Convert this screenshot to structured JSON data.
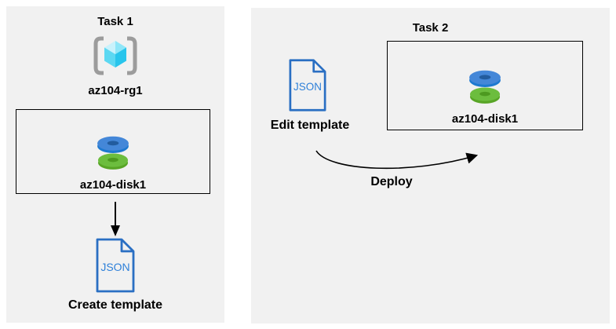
{
  "task1": {
    "title": "Task 1",
    "resource_group_label": "az104-rg1",
    "disk_label": "az104-disk1",
    "json_file_text": "JSON",
    "caption": "Create template"
  },
  "task2": {
    "title": "Task 2",
    "json_file_text": "JSON",
    "edit_label": "Edit template",
    "disk_label": "az104-disk1",
    "deploy_label": "Deploy"
  },
  "colors": {
    "page_background": "#ffffff",
    "panel_background": "#f1f1f1",
    "box_border": "#000000",
    "arrow": "#000000",
    "text": "#000000",
    "json_icon_outline": "#2a6fc3",
    "json_icon_text": "#2e80d9",
    "disk_blue_top": "#4487d8",
    "disk_blue_rim": "#1d79d0",
    "disk_blue_hole": "#225c9e",
    "disk_green_top": "#6cbd3e",
    "disk_green_rim": "#58a526",
    "disk_green_hole": "#4d9a20",
    "rg_bracket_gray": "#9c9c9c",
    "rg_cube_light": "#c9f2fc",
    "rg_cube_mid": "#8fe6f8",
    "rg_cube_left": "#5cd8f2",
    "rg_cube_dark": "#28c5ec"
  }
}
